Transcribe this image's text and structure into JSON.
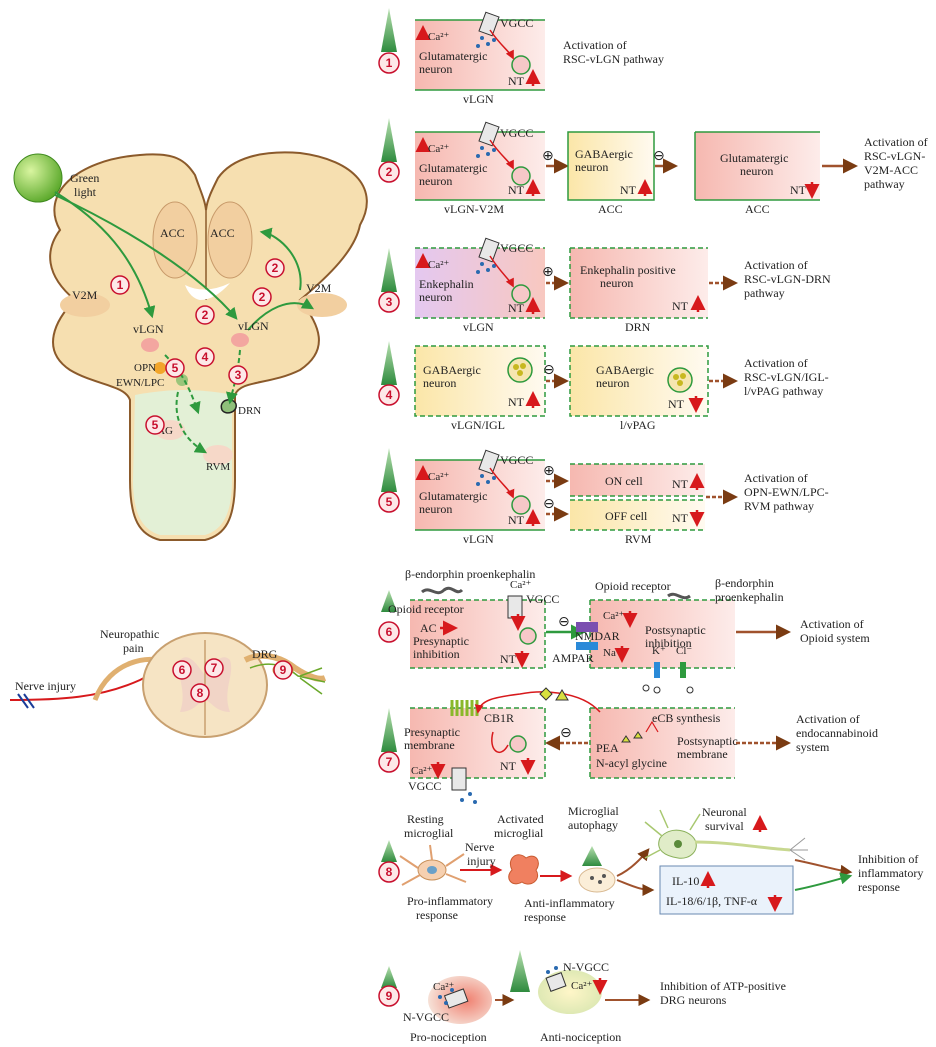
{
  "brain": {
    "green_light": [
      "Green",
      "light"
    ],
    "labels": {
      "acc_left": "ACC",
      "acc_right": "ACC",
      "v2m_left": "V2M",
      "v2m_right": "V2M",
      "vlgn_left": "vLGN",
      "vlgn_right": "vLGN",
      "opn": "OPN",
      "ewn": "EWN/LPC",
      "drn": "DRN",
      "pag": "PAG",
      "rvm": "RVM"
    },
    "badges": [
      "1",
      "2",
      "2",
      "2",
      "4",
      "5",
      "3",
      "5"
    ]
  },
  "spinal": {
    "neuropathic": [
      "Neuropathic",
      "pain"
    ],
    "nerve_injury": "Nerve injury",
    "drg": "DRG",
    "badges": [
      "6",
      "7",
      "8",
      "9"
    ]
  },
  "rows": {
    "r1": {
      "num": "1",
      "vgcc": "VGCC",
      "ca": "Ca²⁺",
      "neuron": [
        "Glutamatergic",
        "neuron"
      ],
      "nt": "NT",
      "region": "vLGN",
      "result": [
        "Activation of",
        "RSC-vLGN pathway"
      ]
    },
    "r2": {
      "num": "2",
      "vgcc": "VGCC",
      "ca": "Ca²⁺",
      "neuron": [
        "Glutamatergic",
        "neuron"
      ],
      "nt": "NT",
      "region": "vLGN-V2M",
      "plus": "⊕",
      "minus": "⊖",
      "box2": [
        "GABAergic",
        "neuron"
      ],
      "box2_nt": "NT",
      "box2_region": "ACC",
      "box3": [
        "Glutamatergic",
        "neuron"
      ],
      "box3_nt": "NT",
      "box3_region": "ACC",
      "result": [
        "Activation of",
        "RSC-vLGN-",
        "V2M-ACC",
        "pathway"
      ]
    },
    "r3": {
      "num": "3",
      "vgcc": "VGCC",
      "ca": "Ca²⁺",
      "neuron": [
        "Enkephalin",
        "neuron"
      ],
      "nt": "NT",
      "region": "vLGN",
      "plus": "⊕",
      "box2": [
        "Enkephalin positive",
        "neuron"
      ],
      "box2_nt": "NT",
      "box2_region": "DRN",
      "result": [
        "Activation of",
        "RSC-vLGN-DRN",
        "pathway"
      ]
    },
    "r4": {
      "num": "4",
      "neuron": [
        "GABAergic",
        "neuron"
      ],
      "nt": "NT",
      "region": "vLGN/IGL",
      "minus": "⊖",
      "box2": [
        "GABAergic",
        "neuron"
      ],
      "box2_nt": "NT",
      "box2_region": "l/vPAG",
      "result": [
        "Activation of",
        "RSC-vLGN/IGL-",
        "l/vPAG pathway"
      ]
    },
    "r5": {
      "num": "5",
      "vgcc": "VGCC",
      "ca": "Ca²⁺",
      "neuron": [
        "Glutamatergic",
        "neuron"
      ],
      "nt": "NT",
      "region": "vLGN",
      "plus": "⊕",
      "minus": "⊖",
      "on_cell": "ON cell",
      "off_cell": "OFF cell",
      "cell_nt": "NT",
      "box2_region": "RVM",
      "result": [
        "Activation of",
        "OPN-EWN/LPC-",
        "RVM pathway"
      ]
    },
    "r6": {
      "num": "6",
      "endorphin_left": "β-endorphin proenkephalin",
      "opioid_left": "Opioid receptor",
      "ac": "AC",
      "vgcc": "VGCC",
      "ca": "Ca²⁺",
      "pre": [
        "Presynaptic",
        "inhibition"
      ],
      "nt": "NT",
      "minus": "⊖",
      "opioid_right": "Opioid receptor",
      "endorphin_right": [
        "β-endorphin",
        "proenkephalin"
      ],
      "ca2": "Ca²⁺",
      "nmdar": "NMDAR",
      "ampar": "AMPAR",
      "na": "Na⁺",
      "k": "K⁺",
      "cl": "Cl⁻",
      "post": [
        "Postsynaptic",
        "inhibition"
      ],
      "result": [
        "Activation of",
        "Opioid system"
      ]
    },
    "r7": {
      "num": "7",
      "cb1r": "CB1R",
      "pre": [
        "Presynaptic",
        "membrane"
      ],
      "ca": "Ca²⁺",
      "vgcc": "VGCC",
      "nt": "NT",
      "minus": "⊖",
      "ecb": "eCB synthesis",
      "pea": "PEA",
      "nacyl": "N-acyl glycine",
      "post": [
        "Postsynaptic",
        "membrane"
      ],
      "result": [
        "Activation of",
        "endocannabinoid",
        "system"
      ]
    },
    "r8": {
      "num": "8",
      "resting": [
        "Resting",
        "microglial"
      ],
      "activated": [
        "Activated",
        "microglial"
      ],
      "autophagy": [
        "Microglial",
        "autophagy"
      ],
      "nerve_injury": [
        "Nerve",
        "injury"
      ],
      "pro": [
        "Pro-inflammatory",
        "response"
      ],
      "anti": [
        "Anti-inflammatory",
        "response"
      ],
      "survival": [
        "Neuronal",
        "survival"
      ],
      "il10": "IL-10",
      "il18": "IL-18/6/1β, TNF-α",
      "result": [
        "Inhibition of",
        "inflammatory",
        "response"
      ]
    },
    "r9": {
      "num": "9",
      "ca": "Ca²⁺",
      "nvgcc1": "N-VGCC",
      "nvgcc2": "N-VGCC",
      "ca2": "Ca²⁺",
      "pro": "Pro-nociception",
      "anti": "Anti-nociception",
      "result": [
        "Inhibition of ATP-positive",
        "DRG neurons"
      ]
    }
  },
  "colors": {
    "green": "#2e9a3e",
    "red": "#d7191c",
    "brain_fill": "#f6dfb0",
    "brain_inner": "#fbeed0",
    "stem_fill": "#e3f0d6",
    "badge_fill": "#fde8e8",
    "arrow_brown": "#a0522d"
  }
}
